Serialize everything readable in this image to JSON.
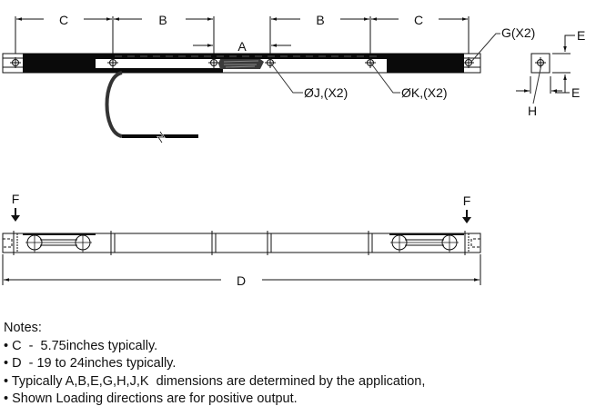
{
  "top_view": {
    "dimension_labels": {
      "c_left": "C",
      "b_left": "B",
      "a": "A",
      "b_right": "B",
      "c_right": "C"
    },
    "callouts": {
      "g": "G(X2)",
      "j": "ØJ,(X2)",
      "k": "ØK,(X2)"
    }
  },
  "end_view": {
    "labels": {
      "e_top": "E",
      "e_bottom": "E",
      "h": "H"
    }
  },
  "side_view": {
    "load_labels": {
      "f_left": "F",
      "f_right": "F"
    },
    "dimension_label": "D"
  },
  "notes": {
    "title": "Notes:",
    "items": [
      "• C  -  5.75inches typically.",
      "• D  - 19 to 24inches typically.",
      "• Typically A,B,E,G,H,J,K  dimensions are determined by the application,",
      "• Shown Loading directions are for positive output."
    ]
  }
}
